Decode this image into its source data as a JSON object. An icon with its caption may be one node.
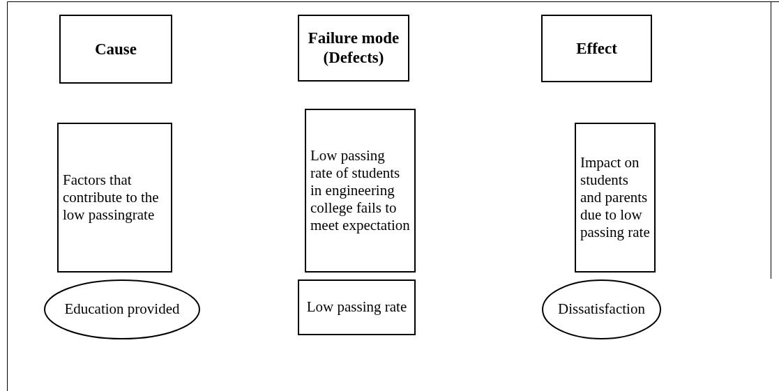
{
  "diagram": {
    "nodes": [
      {
        "text": [
          "Cause"
        ]
      },
      {
        "text": [
          "Failure mode (Defects)"
        ]
      },
      {
        "text": [
          "Effect"
        ]
      },
      {
        "text": [
          "Factors that contribute to the low passingrate"
        ]
      },
      {
        "text": [
          "Low passing rate of students in engineering college fails to meet expectation"
        ]
      },
      {
        "text": [
          "Impact on students and parents due to low passing rate"
        ]
      },
      {
        "text": [
          "Education provided"
        ]
      },
      {
        "text": [
          "Low passing rate"
        ]
      },
      {
        "text": [
          "Dissatisfaction"
        ]
      }
    ]
  }
}
